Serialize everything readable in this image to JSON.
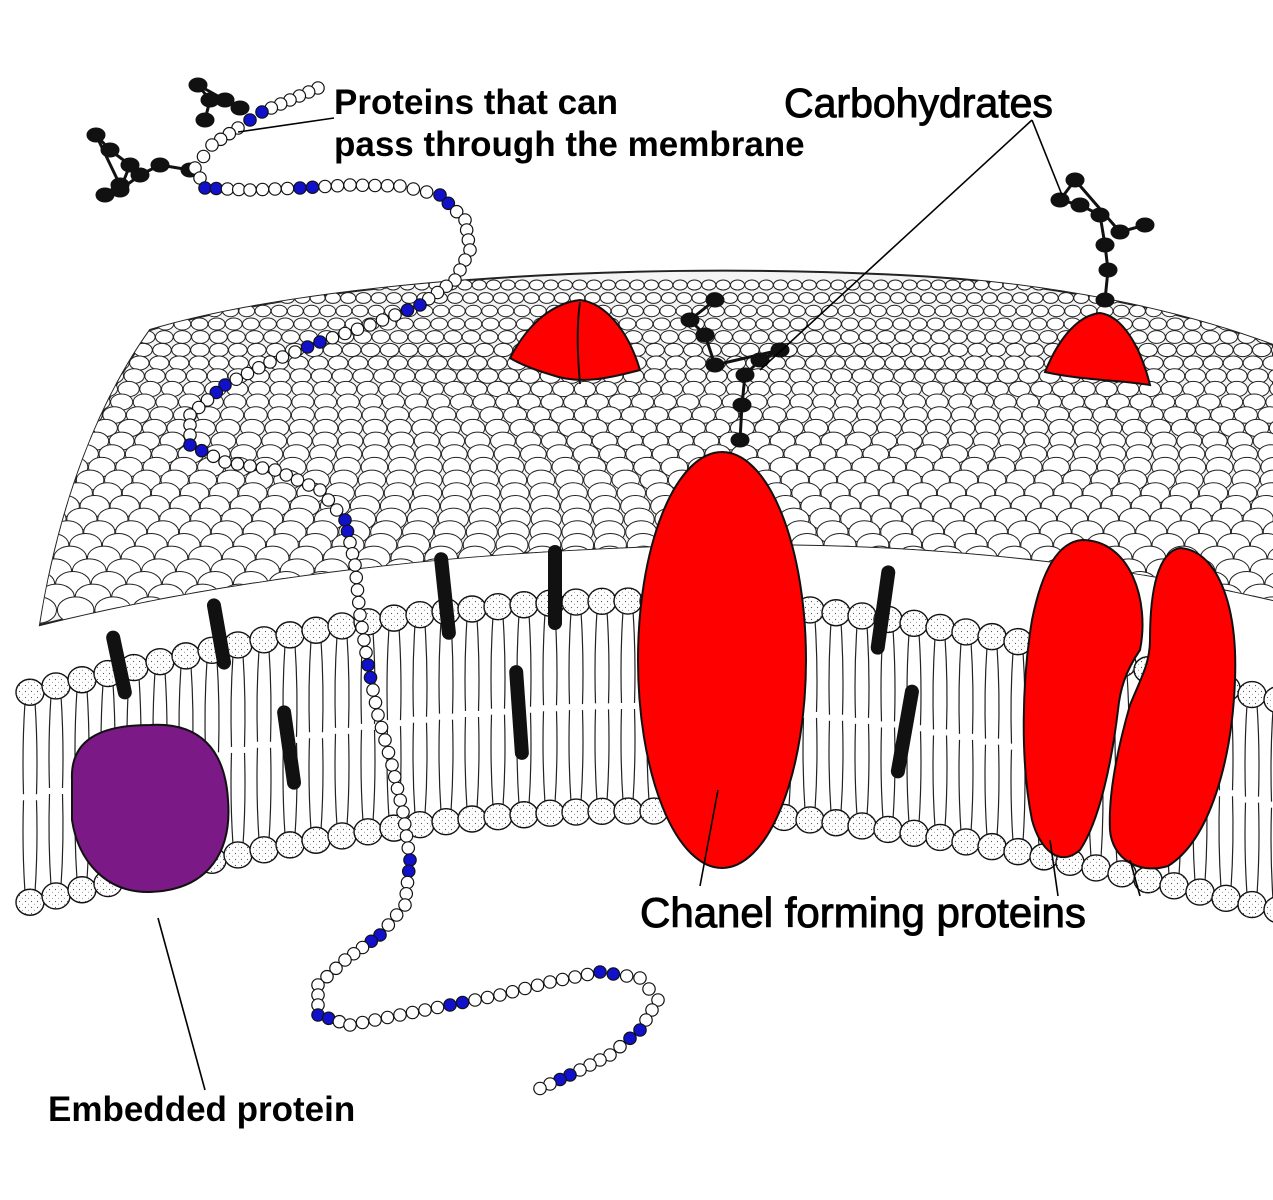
{
  "labels": {
    "pass_through_line1": "Proteins that can",
    "pass_through_line2": "pass through the membrane",
    "carbohydrates": "Carbohydrates",
    "channel_forming": "Chanel forming proteins",
    "embedded": "Embedded protein"
  },
  "colors": {
    "background": "#ffffff",
    "lipid_head_fill": "#ffffff",
    "outline": "#000000",
    "channel_protein": "#ff0000",
    "embedded_protein": "#7b1a86",
    "amino_acid_highlight": "#1111cc",
    "carbohydrate": "#111111"
  }
}
